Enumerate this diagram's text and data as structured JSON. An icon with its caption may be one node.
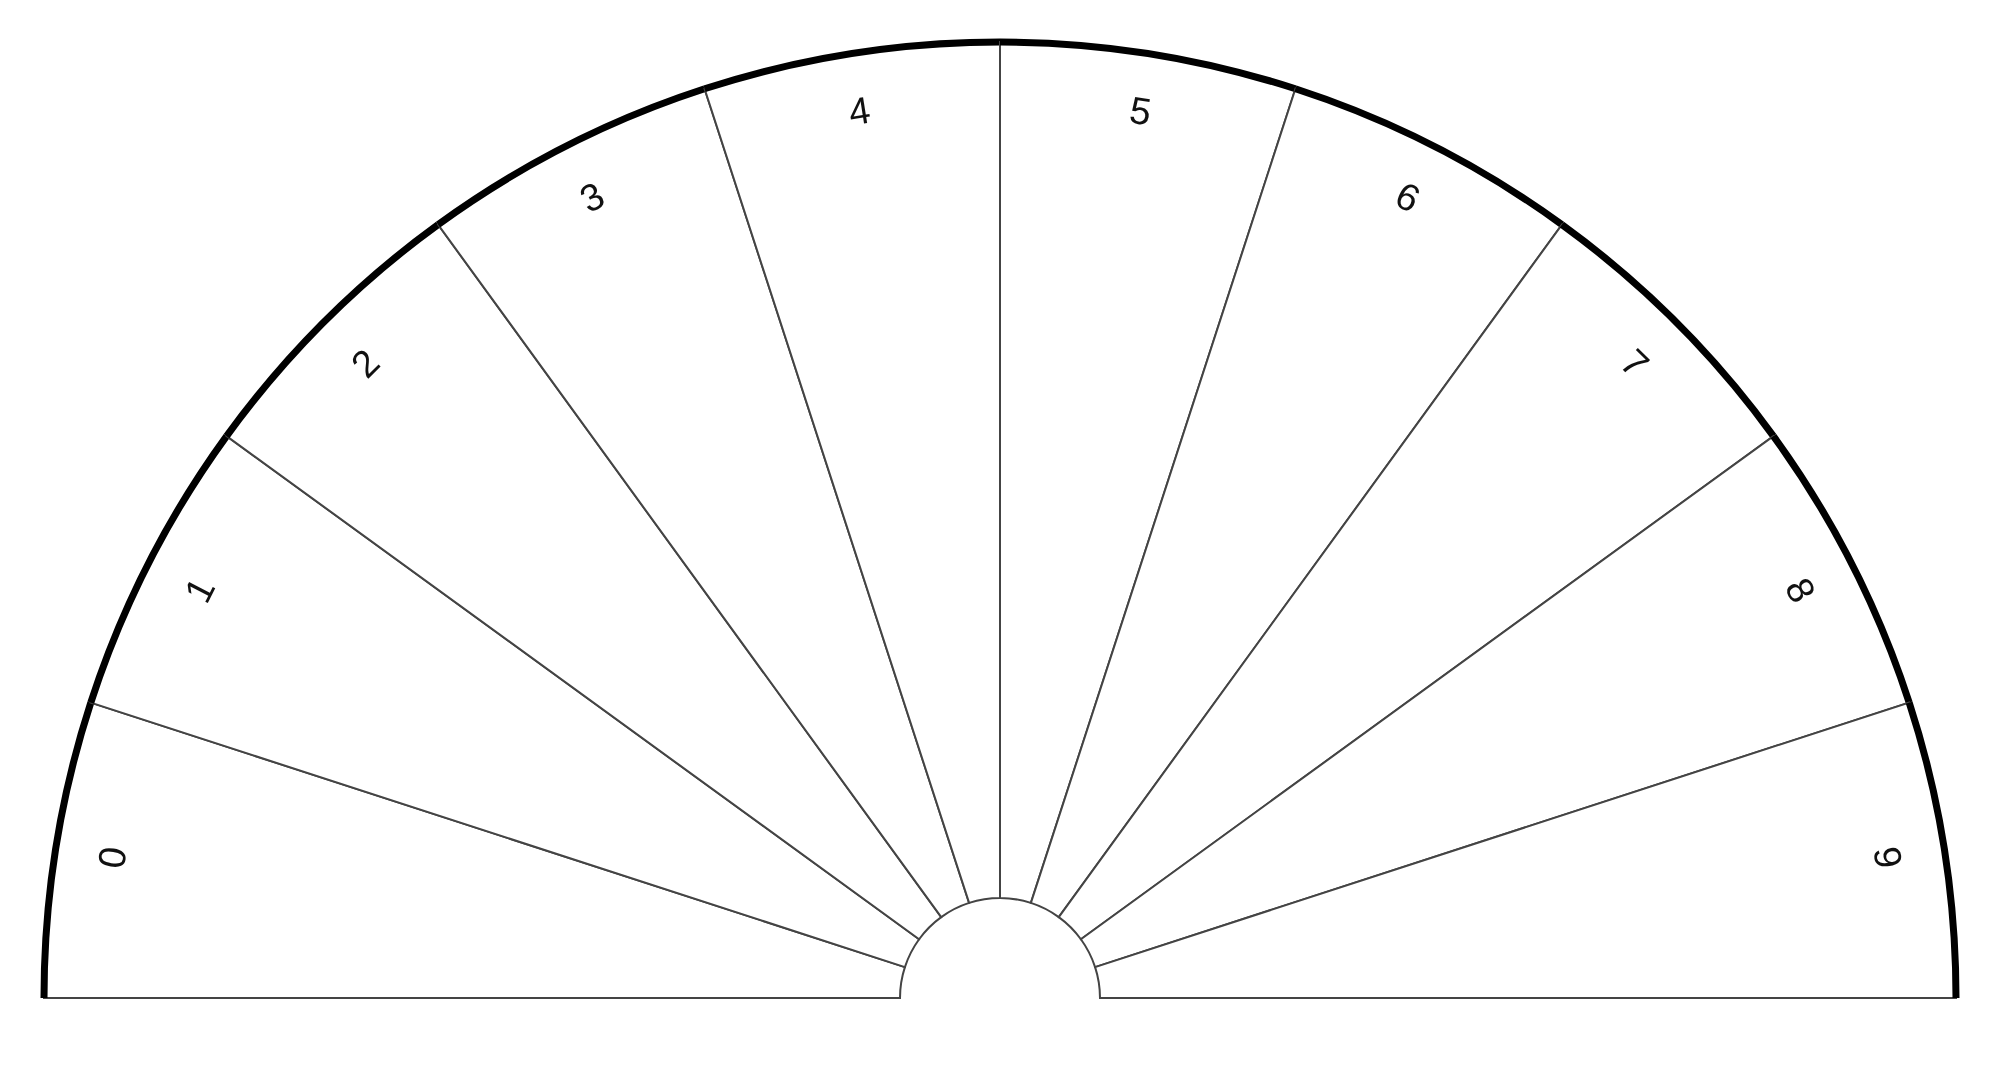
{
  "diagram": {
    "nodes": [
      {
        "text": [
          "0"
        ]
      },
      {
        "text": [
          "1"
        ]
      },
      {
        "text": [
          "2"
        ]
      },
      {
        "text": [
          "3"
        ]
      },
      {
        "text": [
          "4"
        ]
      },
      {
        "text": [
          "5"
        ]
      },
      {
        "text": [
          "6"
        ]
      },
      {
        "text": [
          "7"
        ]
      },
      {
        "text": [
          "8"
        ]
      },
      {
        "text": [
          "9"
        ]
      }
    ]
  }
}
